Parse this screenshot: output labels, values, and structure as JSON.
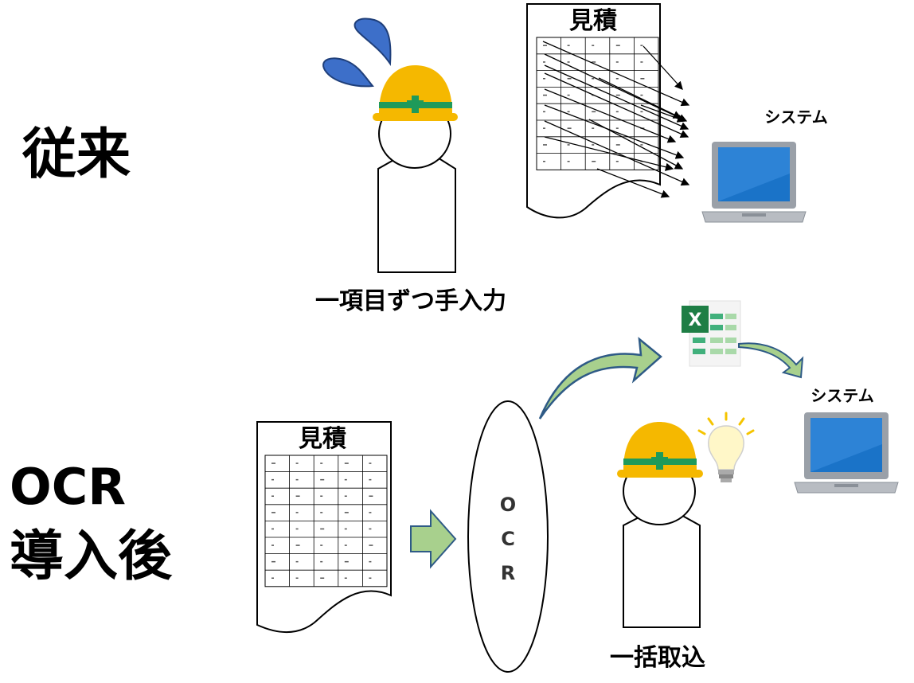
{
  "before": {
    "label": "従来",
    "document_title": "見積",
    "system_label": "システム",
    "caption": "一項目ずつ手入力"
  },
  "after": {
    "label_line1": "OCR",
    "label_line2": "導入後",
    "document_title": "見積",
    "ocr_letters": [
      "O",
      "C",
      "R"
    ],
    "excel_letter": "X",
    "system_label": "システム",
    "caption": "一括取込"
  },
  "colors": {
    "helmet": "#f5b800",
    "helmet_band": "#1f9a5a",
    "sweat_drop": "#3d6fc9",
    "arrow_fill": "#a8d08d",
    "arrow_stroke": "#2e5a86",
    "laptop_screen": "#1a73c8",
    "laptop_body": "#b8bcc2",
    "excel_green": "#21a366",
    "bulb": "#fff7c8"
  },
  "icons": [
    "worker-icon",
    "sweat-drop-icon",
    "laptop-icon",
    "excel-icon",
    "light-bulb-icon",
    "arrow-icon"
  ]
}
